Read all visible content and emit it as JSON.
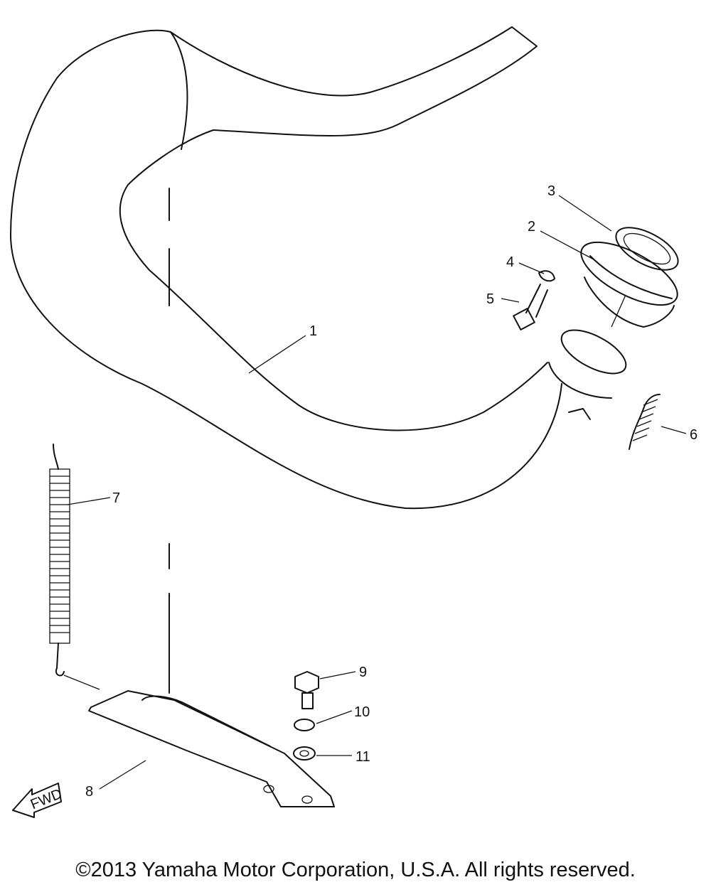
{
  "diagram": {
    "callouts": [
      {
        "id": "1",
        "label": "1"
      },
      {
        "id": "2",
        "label": "2"
      },
      {
        "id": "3",
        "label": "3"
      },
      {
        "id": "4",
        "label": "4"
      },
      {
        "id": "5",
        "label": "5"
      },
      {
        "id": "6",
        "label": "6"
      },
      {
        "id": "7",
        "label": "7"
      },
      {
        "id": "8",
        "label": "8"
      },
      {
        "id": "9",
        "label": "9"
      },
      {
        "id": "10",
        "label": "10"
      },
      {
        "id": "11",
        "label": "11"
      }
    ],
    "fwd_label": "FWD"
  },
  "footer": {
    "copyright": "©2013 Yamaha Motor Corporation, U.S.A. All rights reserved."
  }
}
